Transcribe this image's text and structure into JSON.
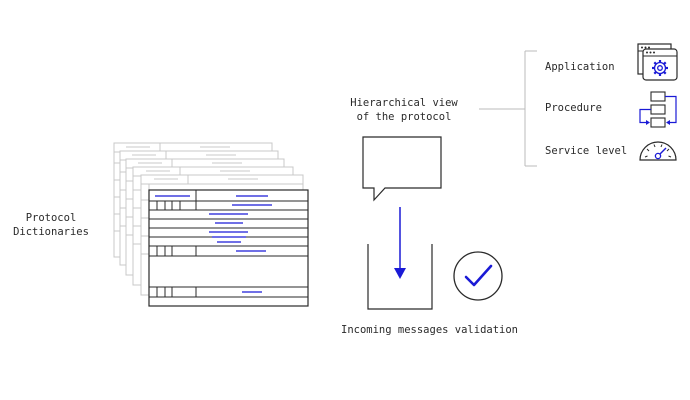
{
  "labels": {
    "protocol_dictionaries": [
      "Protocol",
      "Dictionaries"
    ],
    "hierarchical_view": [
      "Hierarchical view",
      "of the protocol"
    ],
    "incoming_validation": "Incoming messages validation",
    "levels": [
      "Application",
      "Procedure",
      "Service level"
    ]
  },
  "icons": [
    "application-window-gear-icon",
    "procedure-flow-icon",
    "service-level-gauge-icon",
    "checkmark-circle-icon",
    "speech-bubble-icon",
    "down-arrow-icon"
  ],
  "colors": {
    "ink": "#2a2a2a",
    "accent": "#1a1ad6",
    "faded": "#c8c8c8",
    "connector": "#bbbbbb"
  }
}
